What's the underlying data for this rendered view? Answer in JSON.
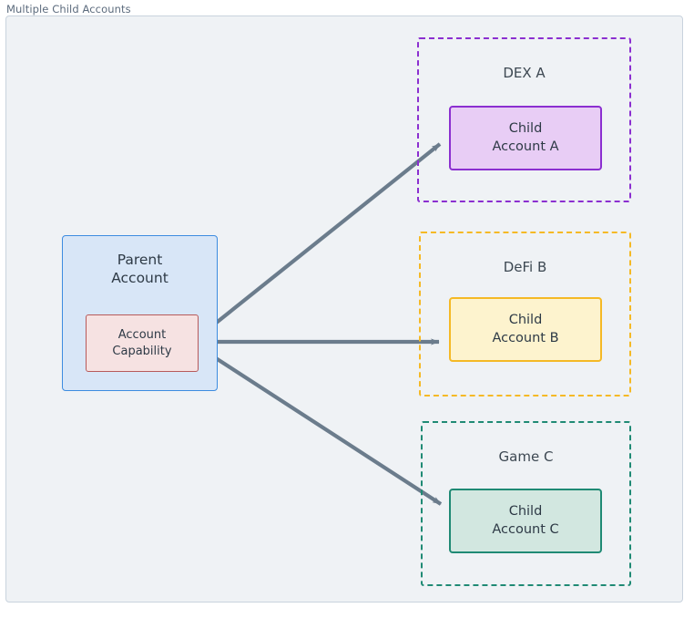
{
  "diagram": {
    "title": "Multiple Child Accounts",
    "type": "flowchart",
    "background_color": "#eff2f5",
    "edge_color": "#6b7c8c",
    "nodes": [
      {
        "id": "parent-account",
        "label_lines": [
          "Parent",
          "Account"
        ],
        "fill": "#d8e6f7",
        "stroke": "#3d8ce0"
      },
      {
        "id": "account-capability",
        "label_lines": [
          "Account",
          "Capability"
        ],
        "fill": "#f6e2e2",
        "stroke": "#b75a5a"
      },
      {
        "id": "child-a",
        "label_lines": [
          "Child",
          "Account A"
        ],
        "fill": "#e8cdf5",
        "stroke": "#8b2fd0"
      },
      {
        "id": "child-b",
        "label_lines": [
          "Child",
          "Account B"
        ],
        "fill": "#fdf3ce",
        "stroke": "#f5b925"
      },
      {
        "id": "child-c",
        "label_lines": [
          "Child",
          "Account C"
        ],
        "fill": "#d2e7e0",
        "stroke": "#1f8a74"
      }
    ],
    "clusters": [
      {
        "id": "dex-a",
        "label": "DEX A",
        "stroke": "#8b2fd0",
        "style": "dashed"
      },
      {
        "id": "defi-b",
        "label": "DeFi B",
        "stroke": "#f5b925",
        "style": "dashed"
      },
      {
        "id": "game-c",
        "label": "Game C",
        "stroke": "#1f8a74",
        "style": "dashed"
      }
    ],
    "edges": [
      {
        "id": "cap-to-child-a",
        "from": "account-capability",
        "to": "child-a",
        "label": "",
        "arrow": "single"
      },
      {
        "id": "cap-to-child-b",
        "from": "account-capability",
        "to": "child-b",
        "label": "",
        "arrow": "single"
      },
      {
        "id": "cap-to-child-c",
        "from": "account-capability",
        "to": "child-c",
        "label": "",
        "arrow": "single"
      }
    ]
  }
}
